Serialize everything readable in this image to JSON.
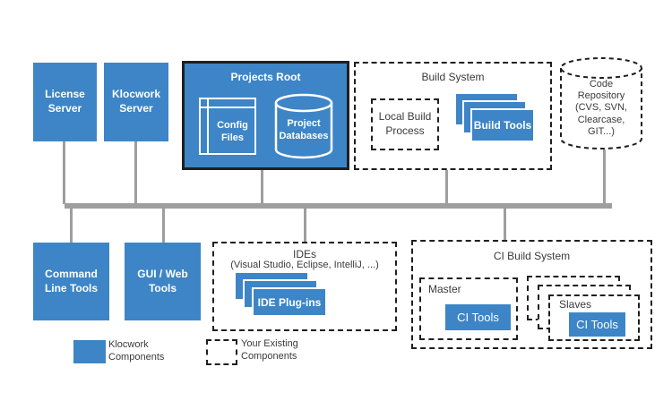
{
  "colors": {
    "blue": "#3d85c6",
    "bus": "#9e9e9e",
    "dark": "#3a3a3a",
    "line": "#1f1f1f"
  },
  "nodes": {
    "license_server": {
      "label": "License\nServer"
    },
    "klocwork_server": {
      "label": "Klocwork\nServer"
    },
    "projects_root": {
      "title": "Projects Root",
      "config_files": {
        "label": "Config\nFiles"
      },
      "project_databases": {
        "label": "Project\nDatabases"
      }
    },
    "build_system": {
      "title": "Build System",
      "local_build_process": {
        "label": "Local Build\nProcess"
      },
      "build_tools": {
        "label": "Build Tools"
      }
    },
    "code_repository": {
      "label": "Code\nRepository\n(CVS, SVN,\nClearcase,\nGIT...)"
    },
    "command_line_tools": {
      "label": "Command\nLine Tools"
    },
    "gui_web_tools": {
      "label": "GUI / Web\nTools"
    },
    "ides": {
      "title": "IDEs",
      "subtitle": "(Visual Studio, Eclipse, IntelliJ, ...)",
      "ide_plugins": {
        "label": "IDE Plug-ins"
      }
    },
    "ci_build_system": {
      "title": "CI Build System",
      "master": {
        "label": "Master",
        "ci_tools": "CI Tools"
      },
      "slaves": {
        "label": "Slaves",
        "ci_tools": "CI Tools"
      }
    }
  },
  "legend": {
    "klocwork": "Klocwork\nComponents",
    "existing": "Your Existing\nComponents"
  }
}
